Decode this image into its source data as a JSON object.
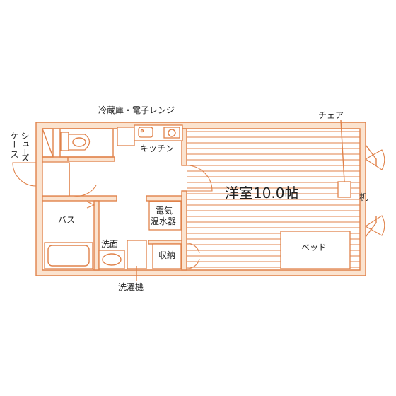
{
  "labels": {
    "fridge_range": "冷蔵庫・電子レンジ",
    "chair": "チェア",
    "shoes_line1": "シュー",
    "shoes_line1b": "ズ",
    "shoes_line2": "ケー",
    "shoes_line2b": "ス",
    "kitchen": "キッチン",
    "western_room": "洋室10.0帖",
    "desk": "机",
    "bath": "バス",
    "heater_line1": "電気",
    "heater_line2": "温水器",
    "washroom": "洗面",
    "storage": "収納",
    "bed": "ベッド",
    "washing_machine": "洗濯機"
  },
  "colors": {
    "wall_stroke": "#e0824a",
    "wall_fill": "#fbe3cf",
    "text": "#222222"
  }
}
